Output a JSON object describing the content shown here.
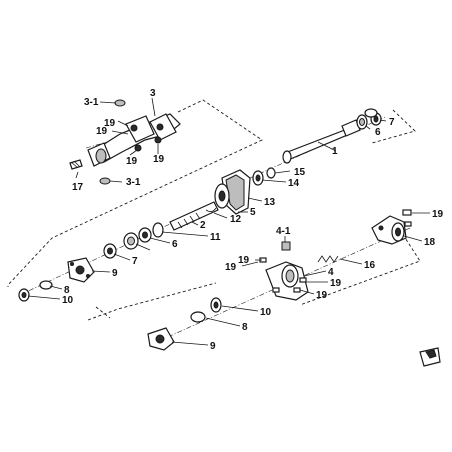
{
  "labels": {
    "p3_1_top": "3-1",
    "p3": "3",
    "p19_a": "19",
    "p19_b": "19",
    "p19_c": "19",
    "p19_d": "19",
    "p17": "17",
    "p3_1_bottom": "3-1",
    "p7_top": "7",
    "p6_top": "6",
    "p1": "1",
    "p15": "15",
    "p14": "14",
    "p13": "13",
    "p5": "5",
    "p12": "12",
    "p2": "2",
    "p11": "11",
    "p6_mid": "6",
    "p7_mid": "7",
    "p9_left": "9",
    "p8_left": "8",
    "p10_left": "10",
    "p19_right": "19",
    "p18": "18",
    "p4_1": "4-1",
    "p19_e": "19",
    "p19_f": "19",
    "p16": "16",
    "p4": "4",
    "p19_g": "19",
    "p19_h": "19",
    "p10_bottom": "10",
    "p8_bottom": "8",
    "p9_bottom": "9"
  },
  "icons": {
    "direction": "front-arrow-icon"
  }
}
